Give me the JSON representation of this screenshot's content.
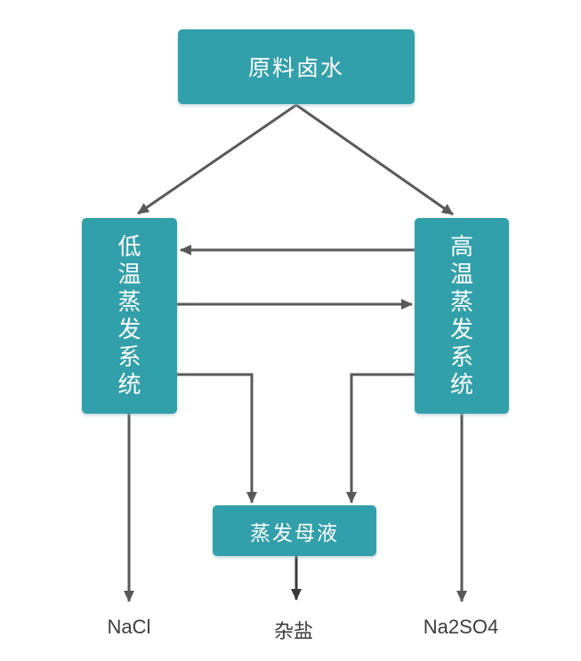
{
  "diagram": {
    "title": "brine-evaporation-flowchart",
    "colors": {
      "node_fill": "#32a0ab",
      "node_text": "#ffffff",
      "arrow": "#595959",
      "arrow_dark": "#3a3a3a",
      "label_text": "#3d3d3d",
      "background": "#ffffff"
    },
    "nodes": {
      "source": {
        "label": "原料卤水"
      },
      "low_temp": {
        "label": "低温蒸发系统",
        "orientation": "vertical"
      },
      "high_temp": {
        "label": "高温蒸发系统",
        "orientation": "vertical"
      },
      "mother_liquor": {
        "label": "蒸发母液"
      }
    },
    "outputs": {
      "nacl": {
        "label": "NaCl"
      },
      "mixed_salt": {
        "label": "杂盐"
      },
      "na2so4": {
        "label": "Na2SO4"
      }
    },
    "edges": [
      "source -> low_temp",
      "source -> high_temp",
      "high_temp -> low_temp",
      "low_temp -> high_temp",
      "low_temp -> mother_liquor",
      "high_temp -> mother_liquor",
      "low_temp -> nacl",
      "high_temp -> na2so4",
      "mother_liquor -> mixed_salt"
    ]
  }
}
